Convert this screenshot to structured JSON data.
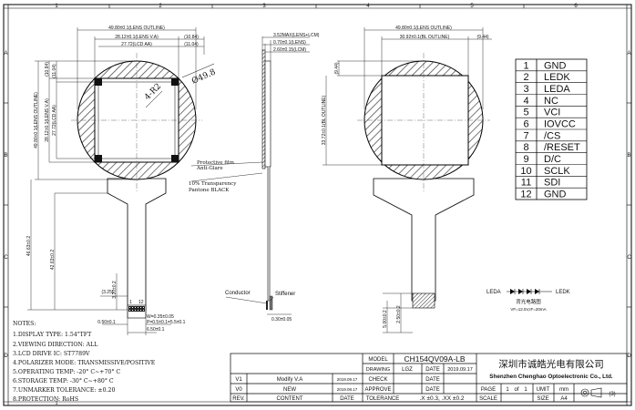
{
  "frame": {
    "col_labels": [
      "1",
      "2",
      "3",
      "4",
      "5",
      "6"
    ],
    "row_labels": [
      "A",
      "B",
      "C",
      "D"
    ]
  },
  "front_view": {
    "dims": {
      "lens_outline_w": "49.80±0.1(LENS OUTLINE)",
      "lens_va_w": "28.12±0.1(LENS V.A)",
      "lens_va_gap": "(10.84)",
      "lcd_aa_w": "27.72(LCD AA)",
      "lcd_aa_gap": "(11.04)",
      "top_gap_outer": "(10.84)",
      "top_gap_inner": "(11.04)",
      "lens_va_h": "28.12±0.1(LENS V.A)",
      "lcd_aa_h": "27.72(LCD AA)",
      "lens_outline_h": "49.80±0.1(LENS OUTLINE)",
      "fpc_len": "46.63±0.2",
      "fpc_len2": "42.63±0.2",
      "fpc_w": "3.20±0.2",
      "pitch": "(3.25)",
      "pin_w": "0.50±0.1",
      "pad": "W=0.35±0.05",
      "pad_pitch": "P=0.5±0.1=5.5±0.1",
      "fpc_end_w": "6.50±0.1",
      "pin1": "1",
      "pin12": "12",
      "radius": "4-R2",
      "diameter": "Ø49.8"
    },
    "side_annotations": {
      "protective_film": "Protective film",
      "anti_glare": "Anti-Glare",
      "transparency": "10% Transparency",
      "pantone": "Pantone BLACK",
      "conductor": "Conductor",
      "stiffener": "Stiffener"
    }
  },
  "side_view": {
    "dims": {
      "total_thk": "3.52MAX(LENS+LCM)",
      "lens_thk": "0.70±0.1(LENS)",
      "lcm_thk": "2.60±0.15(LCM)",
      "fpc_thk": "0.30±0.05"
    }
  },
  "back_view": {
    "dims": {
      "lens_outline_w": "49.80±0.1(LENS OUTLINE)",
      "bl_outline_w": "30.92±0.1(BL OUTLINE)",
      "right_gap": "(9.44)",
      "top_gap": "(9.44)",
      "bl_outline_h": "33.72±0.1(BL OUTLINE)",
      "tail_a": "5.00±0.2",
      "tail_b": "2.50±0.2"
    }
  },
  "pin_table": [
    {
      "no": "1",
      "name": "GND"
    },
    {
      "no": "2",
      "name": "LEDK"
    },
    {
      "no": "3",
      "name": "LEDA"
    },
    {
      "no": "4",
      "name": "NC"
    },
    {
      "no": "5",
      "name": "VCI"
    },
    {
      "no": "6",
      "name": "IOVCC"
    },
    {
      "no": "7",
      "name": "/CS"
    },
    {
      "no": "8",
      "name": "/RESET"
    },
    {
      "no": "9",
      "name": "D/C"
    },
    {
      "no": "10",
      "name": "SCLK"
    },
    {
      "no": "11",
      "name": "SDI"
    },
    {
      "no": "12",
      "name": "GND"
    }
  ],
  "backlight": {
    "leda": "LEDA",
    "ledk": "LEDK",
    "caption": "背光电路图",
    "spec": "VF=12.5V,IF=20mA"
  },
  "notes": {
    "title": "NOTES:",
    "items": [
      "1.DISPLAY TYPE:  1.54\"TFT",
      "2.VIEWING DIRECTION: ALL",
      "3.LCD DRIVE IC:  ST7789V",
      "4.POLARIZER MODE: TRANSMISSIVE/POSITIVE",
      "5.OPERATING TEMP: -20° C~+70° C",
      "6.STORAGE TEMP: -30° C~+80° C",
      "7.UNMARKER TOLERANCE:  ±0.20",
      "8.PROTECTION: RoHS"
    ]
  },
  "title_block": {
    "revisions": [
      {
        "rev": "V1",
        "content": "Modify V.A",
        "date": "2019.09.17"
      },
      {
        "rev": "V0",
        "content": "NEW",
        "date": "2019.08.17"
      }
    ],
    "rev_header": "REV.",
    "content_header": "CONTENT",
    "date_header": "DATE",
    "model_label": "MODEL",
    "model_value": "CH154QV09A-LB",
    "drawing_label": "DRAWING",
    "drawing_value": "LGZ",
    "date_label": "DATE",
    "drawing_date": "2019.09.17",
    "check_label": "CHECK",
    "check_date_label": "DATE",
    "approve_label": "APPROVE",
    "approve_date_label": "DATE",
    "tolerance_label": "TOLERANCE",
    "tolerance_value": ".X ±0.3, .XX ±0.2",
    "company_cn": "深圳市诚皓光电有限公司",
    "company_en": "Shenzhen Chenghao Optoelectronic Co., Ltd.",
    "page_label": "PAGE",
    "page_value": "1",
    "page_of": "of",
    "page_total": "1",
    "unit_label": "UMIT",
    "unit_value": "mm",
    "scale_label": "SCALE",
    "size_label": "SIZE",
    "size_value": "A4",
    "projection": "(3)"
  }
}
